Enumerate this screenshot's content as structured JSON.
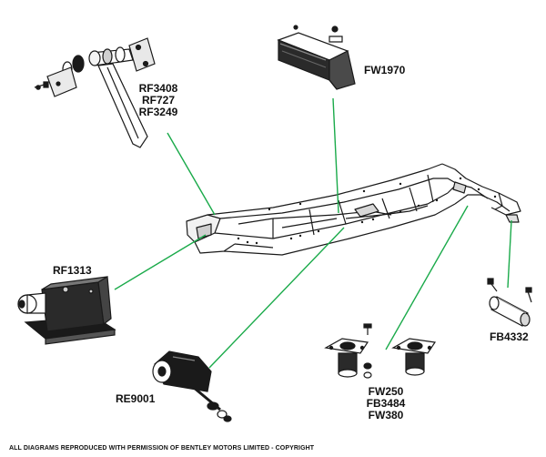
{
  "labels": {
    "top_left": [
      "RF3408",
      "RF727",
      "RF3249"
    ],
    "top_center": "FW1970",
    "left_mount": "RF1313",
    "bottom_left": "RE9001",
    "bottom_center": [
      "FW250",
      "FB3484",
      "FW380"
    ],
    "right": "FB4332"
  },
  "footer": {
    "copyright": "ALL DIAGRAMS REPRODUCED WITH PERMISSION OF BENTLEY MOTORS LIMITED - COPYRIGHT"
  },
  "colors": {
    "leader_line": "#1aaa4a",
    "ink": "#1a1a1a"
  }
}
